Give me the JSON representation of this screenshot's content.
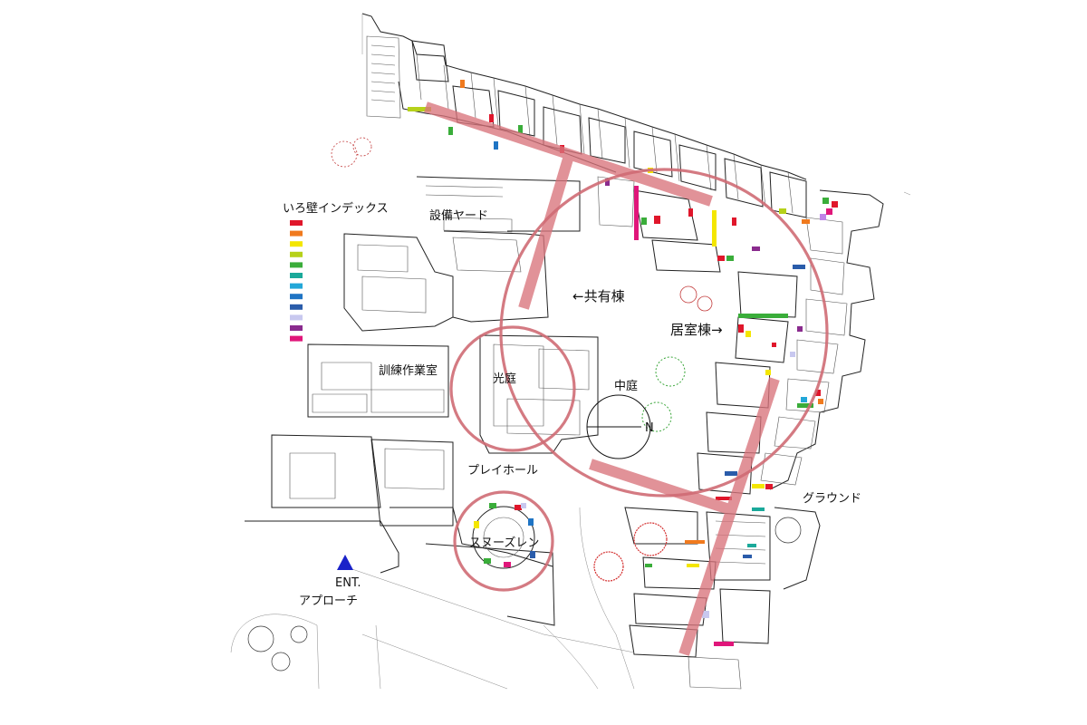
{
  "labels": {
    "index_title": "いろ壁インデックス",
    "setsubi_yard": "設備ヤード",
    "kyoyu_to": "←共有棟",
    "kyoshitsu_to": "居室棟→",
    "kunren": "訓練作業室",
    "hikari_niwa": "光庭",
    "naka_niwa": "中庭",
    "north": "N",
    "play_hall": "プレイホール",
    "ground": "グラウンド",
    "snoezelen": "スヌーズレン",
    "entrance": "ENT.",
    "approach": "アプローチ"
  },
  "colors": {
    "axis_band": "#d9747c",
    "circle": "#cf6b74",
    "entrance_marker": "#1a22c9",
    "index_swatches": [
      "#e0162b",
      "#f07a1e",
      "#f4e600",
      "#b6d11a",
      "#3aad3a",
      "#1aa99a",
      "#22a7d8",
      "#1f74c4",
      "#2a5caa",
      "#c8c8ef",
      "#8a2b8e",
      "#e0167a"
    ]
  }
}
